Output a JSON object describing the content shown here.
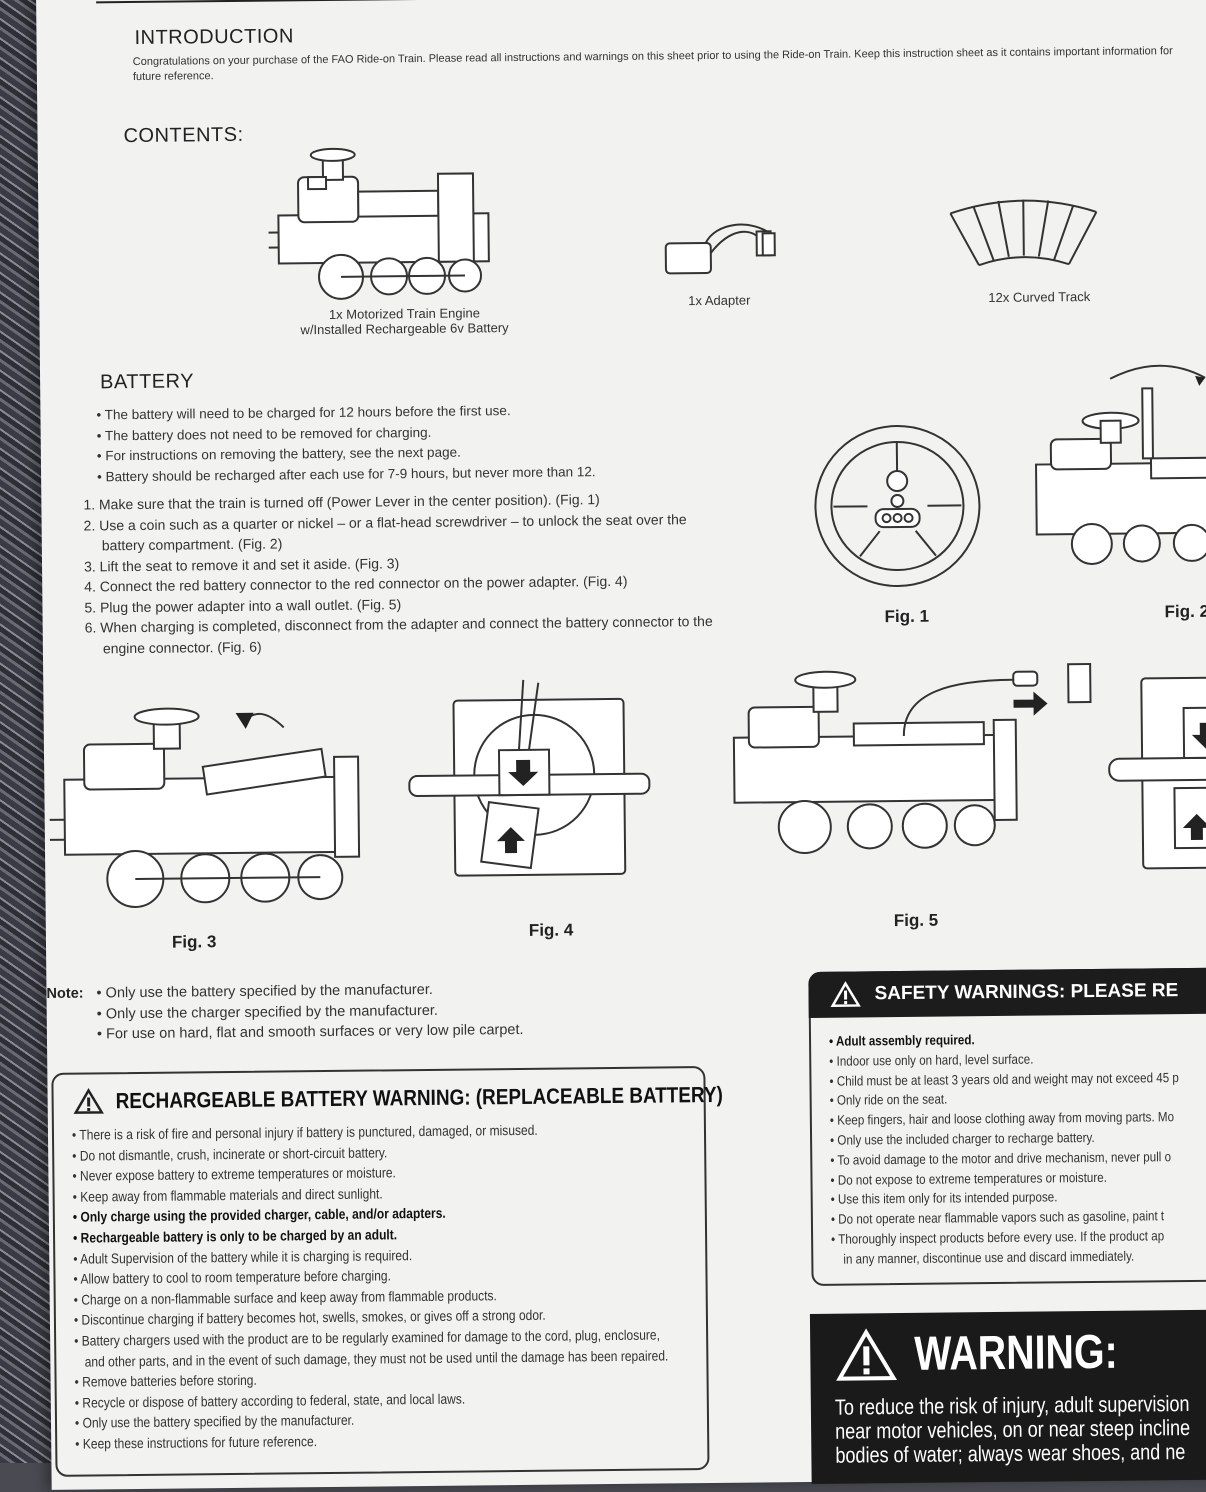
{
  "intro": {
    "heading": "INTRODUCTION",
    "text": "Congratulations on your purchase of the FAO Ride-on Train. Please read all instructions and warnings on this sheet prior to using the Ride-on Train. Keep this instruction sheet as it contains important information for future reference."
  },
  "contents": {
    "heading": "CONTENTS:",
    "items": [
      {
        "line1": "1x Motorized Train Engine",
        "line2": "w/Installed Rechargeable 6v Battery"
      },
      {
        "line1": "1x Adapter",
        "line2": ""
      },
      {
        "line1": "12x Curved Track",
        "line2": ""
      }
    ]
  },
  "battery": {
    "heading": "BATTERY",
    "bullets": [
      "The battery will need to be charged for 12 hours before the first use.",
      "The battery does not need to be removed for charging.",
      "For instructions on removing the battery, see the next page.",
      "Battery should be recharged after each use for 7-9 hours, but never more than 12."
    ],
    "steps": [
      "1. Make sure that the train is turned off (Power Lever in the center position). (Fig. 1)",
      "2. Use a coin such as a quarter or nickel – or a flat-head screwdriver – to unlock the seat over the",
      "battery compartment. (Fig. 2)",
      "3. Lift the seat to remove it and set it aside. (Fig. 3)",
      "4. Connect the red battery connector to the red connector on the power adapter. (Fig. 4)",
      "5. Plug the power adapter into a wall outlet. (Fig. 5)",
      "6. When charging is completed, disconnect from the adapter and connect the battery connector to the",
      "engine connector. (Fig. 6)"
    ]
  },
  "figures": {
    "fig1": "Fig. 1",
    "fig2": "Fig. 2",
    "fig3": "Fig. 3",
    "fig4": "Fig. 4",
    "fig5": "Fig. 5"
  },
  "note": {
    "label": "Note:",
    "items": [
      "Only use the battery specified by the manufacturer.",
      "Only use the charger specified by the manufacturer.",
      "For use on hard, flat and smooth surfaces or very low pile carpet."
    ]
  },
  "battery_warning": {
    "title": "RECHARGEABLE BATTERY WARNING: (REPLACEABLE BATTERY)",
    "items": [
      {
        "t": "There is a risk of fire and personal injury if battery is punctured, damaged, or misused.",
        "b": false
      },
      {
        "t": "Do not dismantle, crush, incinerate or short-circuit battery.",
        "b": false
      },
      {
        "t": "Never expose battery to extreme temperatures or moisture.",
        "b": false
      },
      {
        "t": "Keep away from flammable materials and direct sunlight.",
        "b": false
      },
      {
        "t": "Only charge using the provided charger, cable, and/or adapters.",
        "b": true
      },
      {
        "t": "Rechargeable battery is only to be charged by an adult.",
        "b": true
      },
      {
        "t": "Adult Supervision of the battery while it is charging is required.",
        "b": false
      },
      {
        "t": "Allow battery to cool to room temperature before charging.",
        "b": false
      },
      {
        "t": "Charge on a non-flammable surface and keep away from flammable products.",
        "b": false
      },
      {
        "t": "Discontinue charging if battery becomes hot, swells, smokes, or gives off a strong odor.",
        "b": false
      },
      {
        "t": "Battery chargers used with the product are to be regularly examined for damage to the cord, plug, enclosure,",
        "b": false
      },
      {
        "t": "and other parts, and in the event of such damage, they must not be used until the damage has been repaired.",
        "b": false,
        "cont": true
      },
      {
        "t": "Remove batteries before storing.",
        "b": false
      },
      {
        "t": "Recycle or dispose of battery according to federal, state, and local laws.",
        "b": false
      },
      {
        "t": "Only use the battery specified by the manufacturer.",
        "b": false
      },
      {
        "t": "Keep these instructions for future reference.",
        "b": false
      }
    ]
  },
  "safety": {
    "title": "SAFETY WARNINGS: PLEASE RE",
    "items": [
      {
        "t": "Adult assembly required.",
        "b": true
      },
      {
        "t": "Indoor use only on hard, level surface.",
        "b": false
      },
      {
        "t": "Child must be at least 3 years old and weight may not exceed 45 p",
        "b": false
      },
      {
        "t": "Only ride on the seat.",
        "b": false
      },
      {
        "t": "Keep fingers, hair and loose clothing away from moving parts. Mo",
        "b": false
      },
      {
        "t": "Only use the included charger to recharge battery.",
        "b": false
      },
      {
        "t": "To avoid damage to the motor and drive mechanism, never pull o",
        "b": false
      },
      {
        "t": "Do not expose to extreme temperatures or moisture.",
        "b": false
      },
      {
        "t": "Use this item only for its intended purpose.",
        "b": false
      },
      {
        "t": "Do not operate near flammable vapors such as gasoline, paint t",
        "b": false
      },
      {
        "t": "Thoroughly inspect products before every use. If the product ap",
        "b": false
      },
      {
        "t": "in any manner, discontinue use and discard immediately.",
        "b": false,
        "cont": true
      }
    ]
  },
  "warning": {
    "title": "WARNING:",
    "lines": [
      "To reduce the risk of injury, adult supervision",
      "near motor vehicles, on or near steep incline",
      "bodies of water; always wear shoes, and ne"
    ]
  }
}
